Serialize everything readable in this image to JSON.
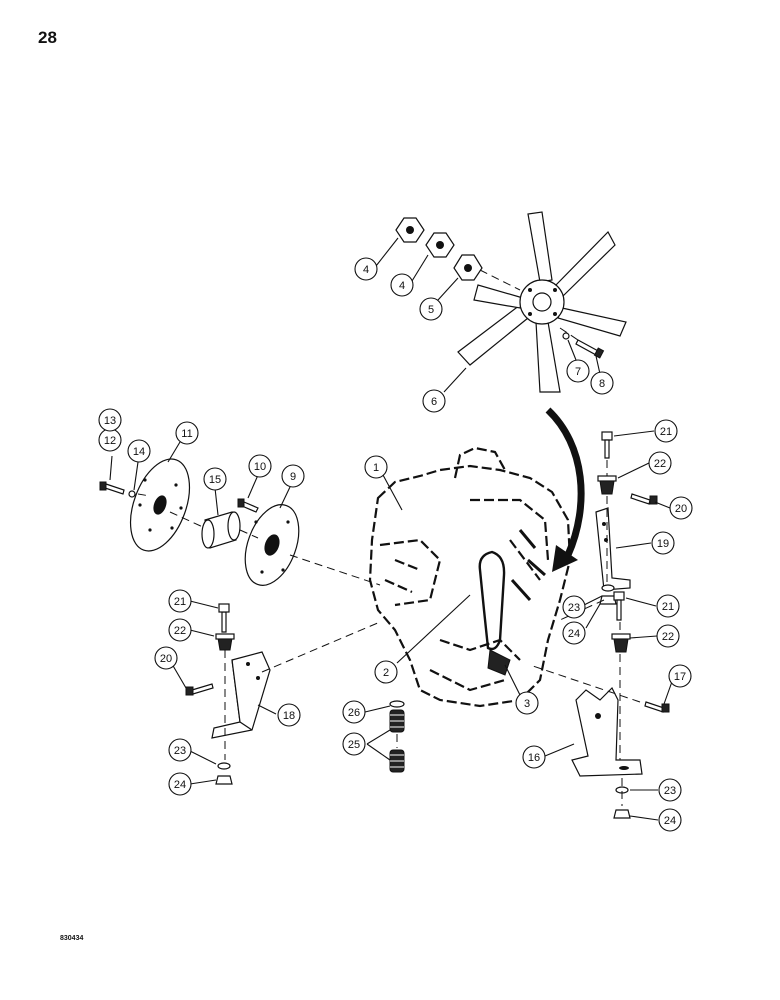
{
  "page_number": "28",
  "figure_code": "830434",
  "callouts": [
    {
      "label": "1"
    },
    {
      "label": "2"
    },
    {
      "label": "3"
    },
    {
      "label": "4"
    },
    {
      "label": "4"
    },
    {
      "label": "5"
    },
    {
      "label": "6"
    },
    {
      "label": "7"
    },
    {
      "label": "8"
    },
    {
      "label": "9"
    },
    {
      "label": "10"
    },
    {
      "label": "11"
    },
    {
      "label": "12"
    },
    {
      "label": "13"
    },
    {
      "label": "14"
    },
    {
      "label": "15"
    },
    {
      "label": "16"
    },
    {
      "label": "17"
    },
    {
      "label": "18"
    },
    {
      "label": "19"
    },
    {
      "label": "20"
    },
    {
      "label": "21"
    },
    {
      "label": "22"
    },
    {
      "label": "23"
    },
    {
      "label": "24"
    },
    {
      "label": "20"
    },
    {
      "label": "21"
    },
    {
      "label": "22"
    },
    {
      "label": "23"
    },
    {
      "label": "24"
    },
    {
      "label": "21"
    },
    {
      "label": "22"
    },
    {
      "label": "23"
    },
    {
      "label": "24"
    },
    {
      "label": "25"
    },
    {
      "label": "26"
    }
  ]
}
